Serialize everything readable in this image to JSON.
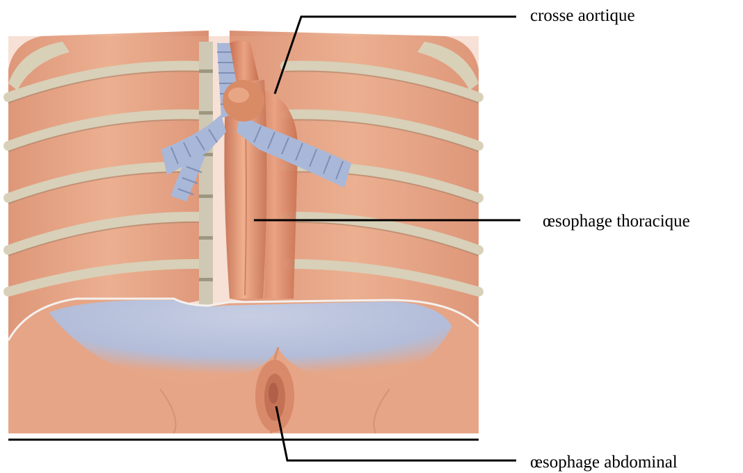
{
  "labels": {
    "aortic_arch": "crosse aortique",
    "thoracic_esophagus": "œsophage thoracique",
    "abdominal_esophagus": "œsophage abdominal"
  },
  "colors": {
    "muscle": "#e8a98a",
    "muscle_dark": "#c97a5c",
    "rib": "#d9d2bb",
    "trachea": "#a9b8d8",
    "diaphragm_tendon": "#b9c3dc",
    "leader_line": "#000000"
  }
}
